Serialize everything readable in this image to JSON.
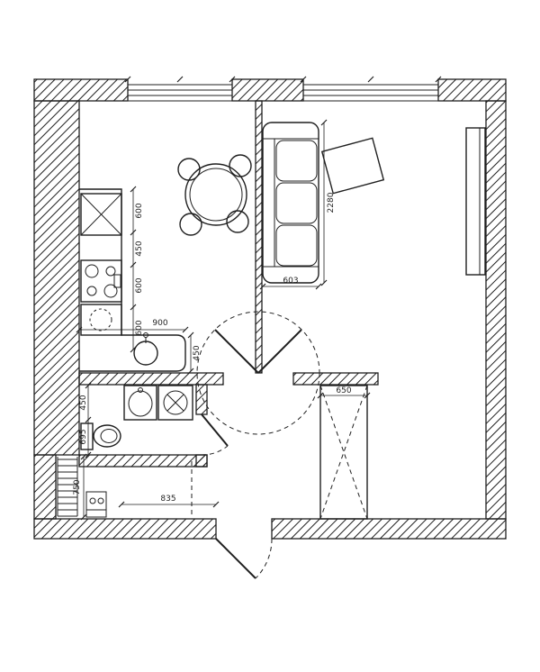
{
  "colors": {
    "ink": "#1f1f1f",
    "background": "#ffffff"
  },
  "dims": {
    "sofa_length": "2280",
    "sofa_width": "603",
    "kitchen_seg1": "600",
    "kitchen_seg2": "450",
    "kitchen_seg3": "600",
    "kitchen_seg4": "600",
    "island_length": "900",
    "island_depth": "450",
    "bath_seg1": "450",
    "bath_seg2": "695",
    "niche_height": "750",
    "entry_width": "835",
    "wardrobe_depth": "650"
  }
}
